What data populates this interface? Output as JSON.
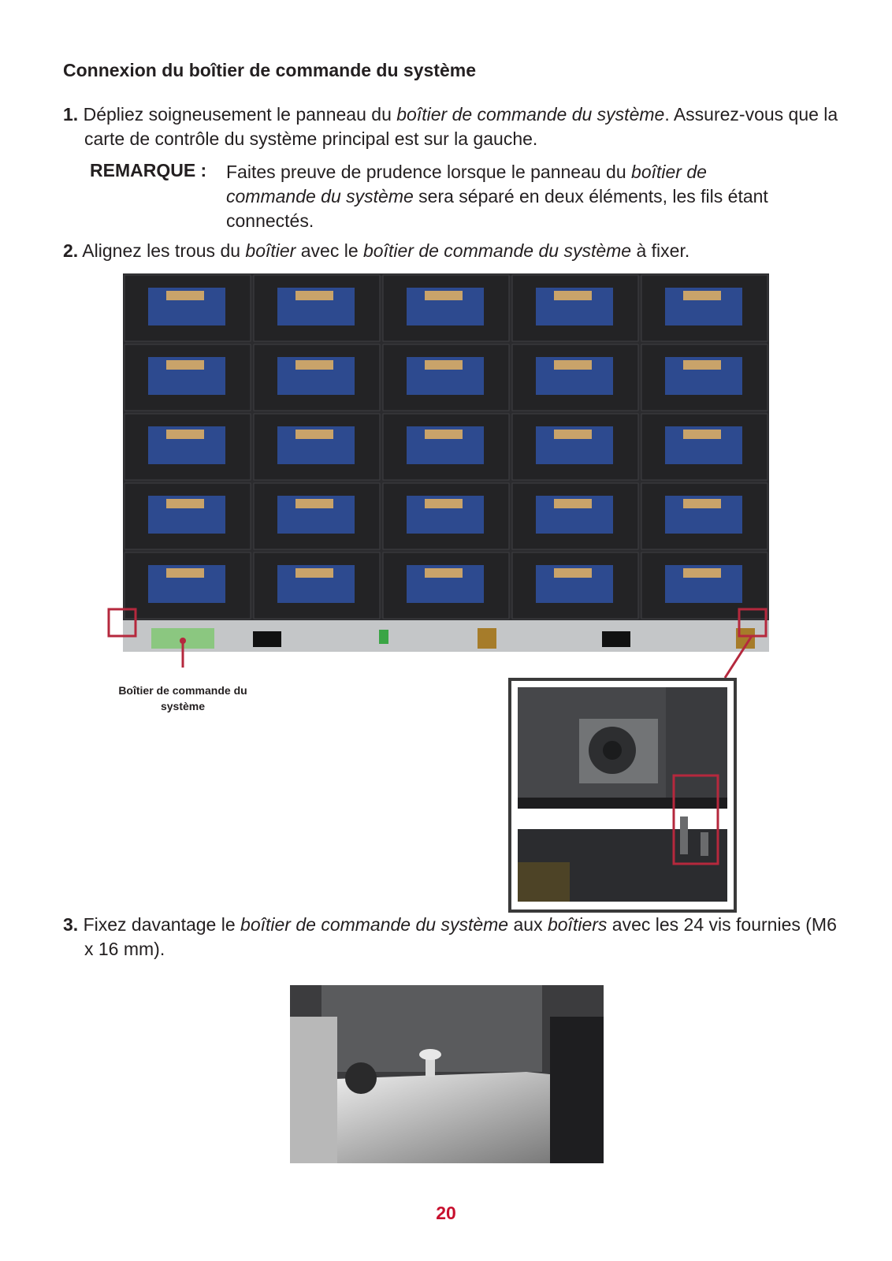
{
  "heading": "Connexion du boîtier de commande du système",
  "step1": {
    "num": "1.",
    "t1": " Dépliez soigneusement le panneau du ",
    "em1": "boîtier de commande du système",
    "t2": ". Assurez-vous que la carte de contrôle du système principal est sur la gauche."
  },
  "note": {
    "label": "REMARQUE :",
    "t1": "Faites preuve de prudence lorsque le panneau du ",
    "em1": "boîtier de commande du système",
    "t2": " sera séparé en deux éléments, les fils étant connectés."
  },
  "step2": {
    "num": "2.",
    "t1": " Alignez les trous du ",
    "em1": "boîtier",
    "t2": " avec le ",
    "em2": "boîtier de commande du système",
    "t3": " à fixer."
  },
  "figure": {
    "callout_line1": "Boîtier de commande du",
    "callout_line2": "système",
    "highlight_color": "#b5283d"
  },
  "step3": {
    "num": "3.",
    "t1": " Fixez davantage le ",
    "em1": "boîtier de commande du système",
    "t2": " aux ",
    "em2": "boîtiers",
    "t3": " avec les 24 vis fournies (M6 x 16 mm)."
  },
  "page_number": "20"
}
